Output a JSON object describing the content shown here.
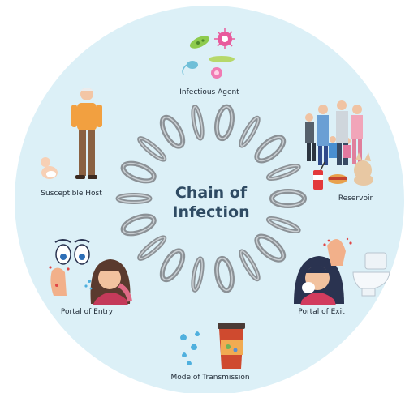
{
  "diagram": {
    "title_line1": "Chain of",
    "title_line2": "Infection",
    "stages": {
      "infectious_agent": "Infectious Agent",
      "reservoir": "Reservoir",
      "portal_of_exit": "Portal of Exit",
      "mode_of_transmission": "Mode of Transmission",
      "portal_of_entry": "Portal of Entry",
      "susceptible_host": "Susceptible Host"
    }
  },
  "colors": {
    "background_disc": "#dcf0f7",
    "chain_link": "#8b9196",
    "title_text": "#2f4b63",
    "label_text": "#1f2a36"
  }
}
